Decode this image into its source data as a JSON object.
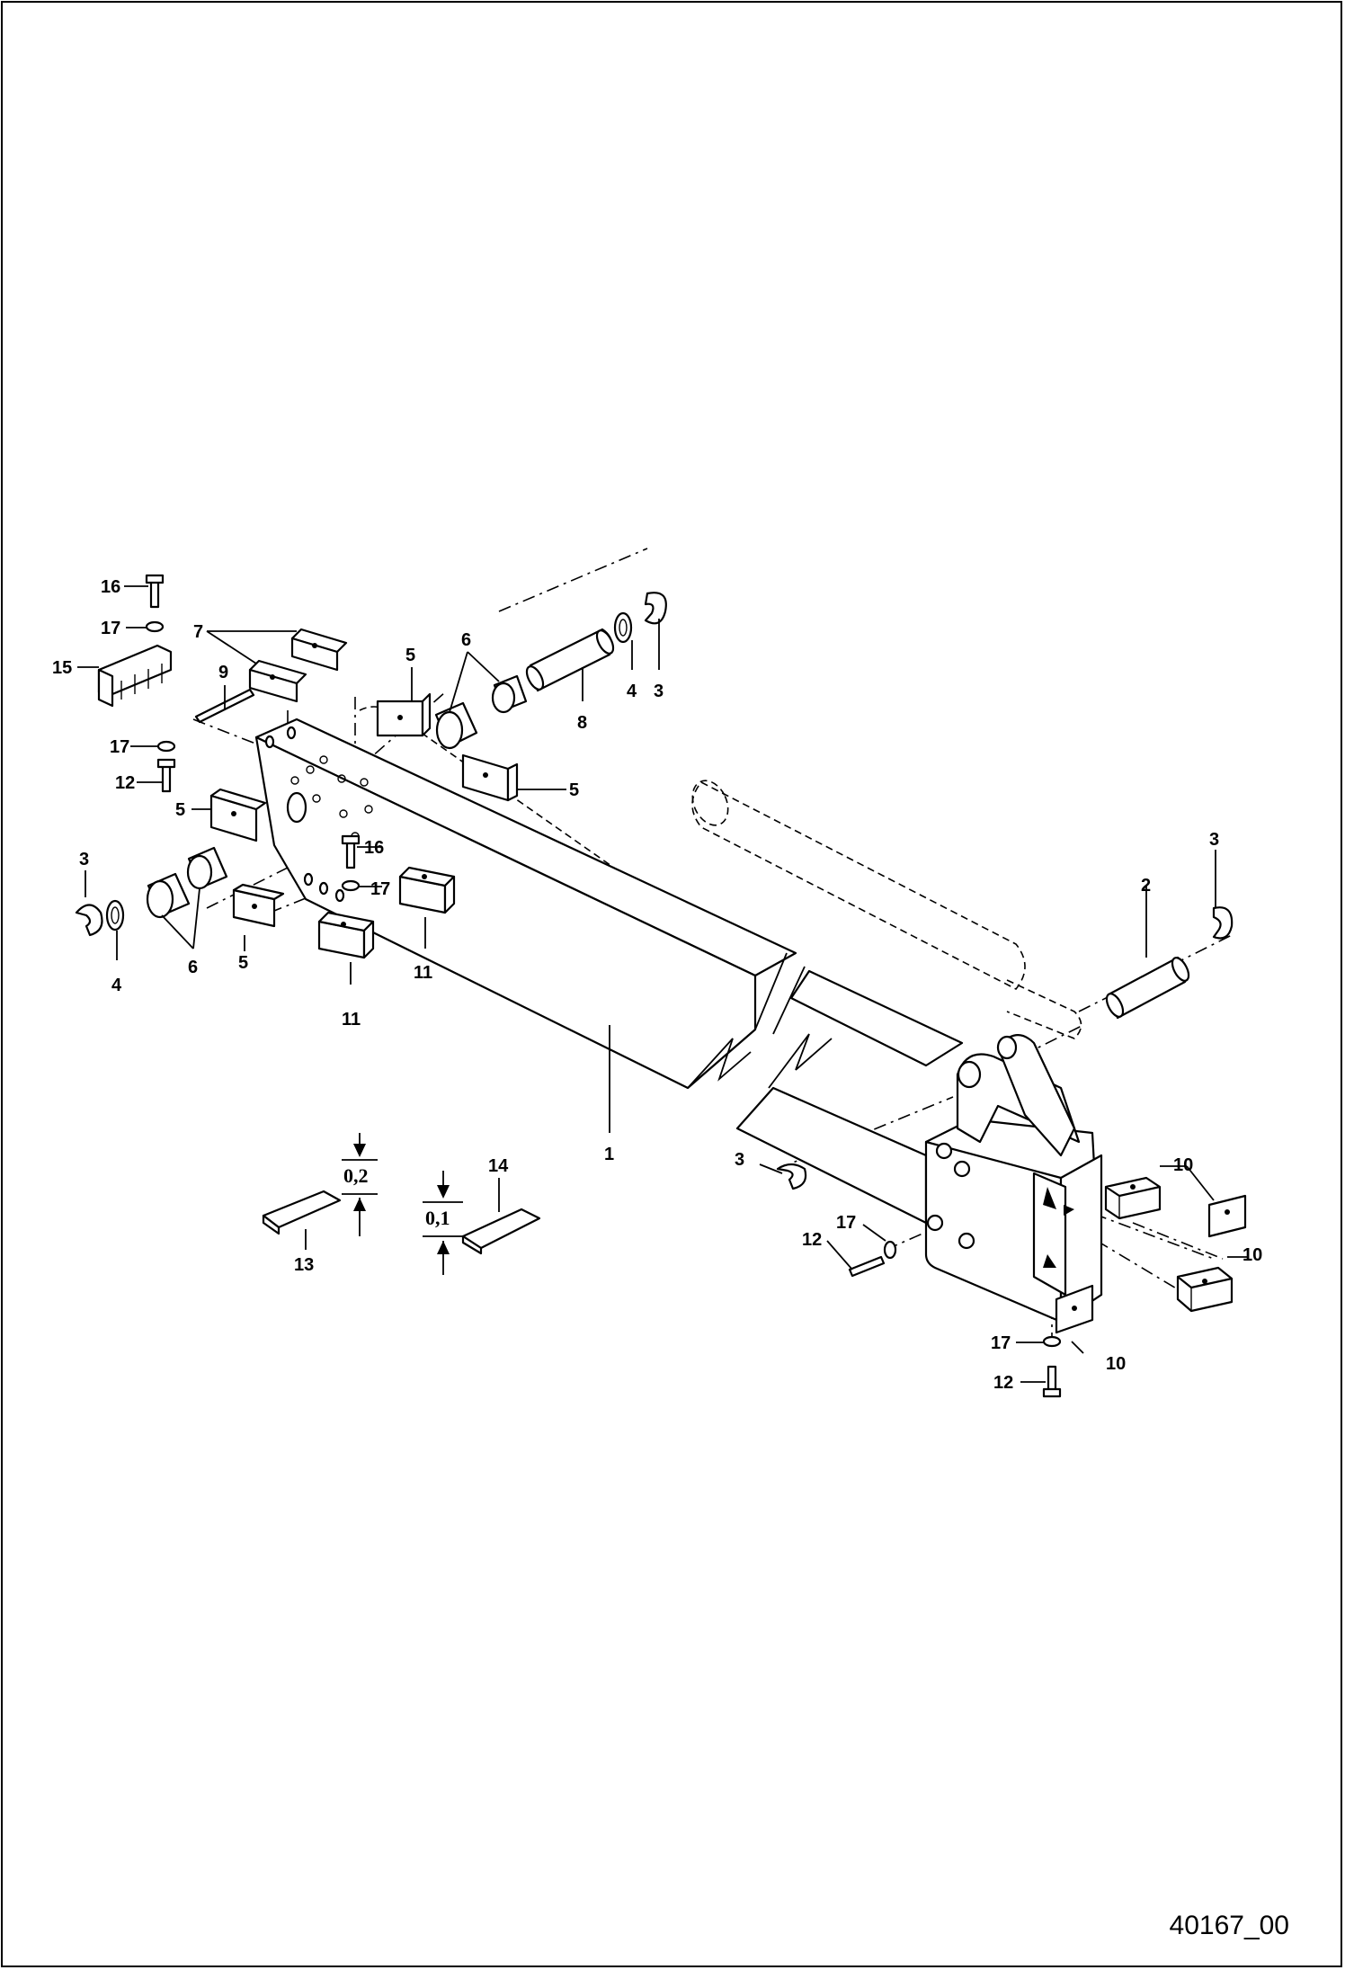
{
  "figure_id": "40167_00",
  "callouts": {
    "c1": "1",
    "c2": "2",
    "c3": "3",
    "c4": "4",
    "c5": "5",
    "c6": "6",
    "c7": "7",
    "c8": "8",
    "c9": "9",
    "c10": "10",
    "c11": "11",
    "c12": "12",
    "c13": "13",
    "c14": "14",
    "c15": "15",
    "c16": "16",
    "c17": "17"
  },
  "shim_dimensions": {
    "shim_13_thickness": "0,2",
    "shim_14_thickness": "0,1"
  }
}
